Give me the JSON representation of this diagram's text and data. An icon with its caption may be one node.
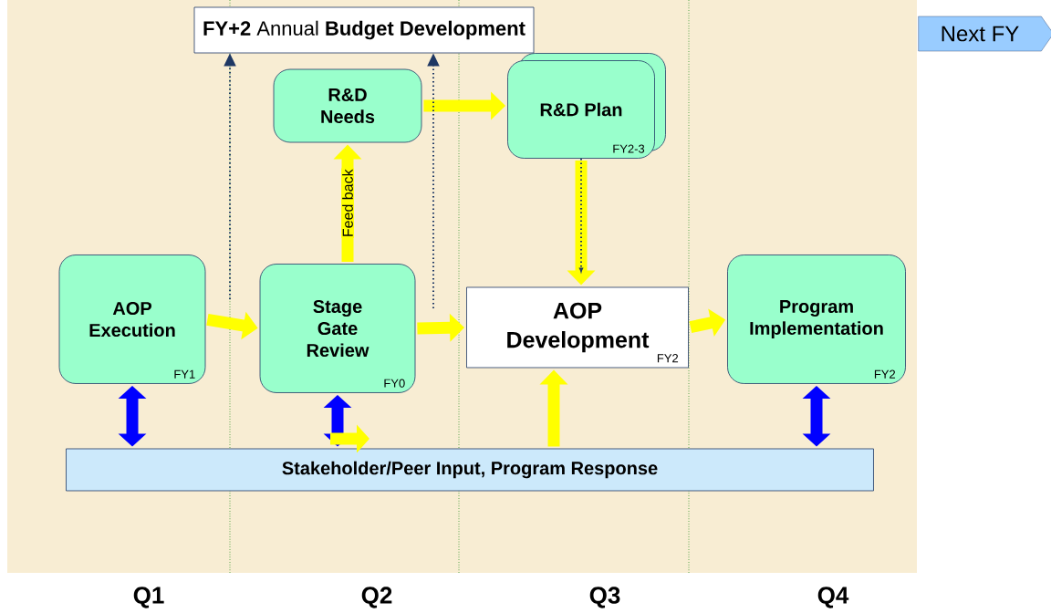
{
  "diagram": {
    "nodes": [
      {
        "text": [
          "**FY+2** Annual **Budget Development**"
        ]
      },
      {
        "text": [
          "Next FY"
        ]
      },
      {
        "text": [
          "R&D Needs"
        ]
      },
      {
        "text": [
          "R&D Plan",
          "FY2-3"
        ]
      },
      {
        "text": [
          "AOP Execution",
          "FY1"
        ]
      },
      {
        "text": [
          "Stage Gate Review",
          "FY0"
        ]
      },
      {
        "text": [
          "AOP Development",
          "FY2"
        ]
      },
      {
        "text": [
          "Program Implementation",
          "FY2"
        ]
      },
      {
        "text": [
          "Stakeholder/Peer Input, Program Response"
        ]
      }
    ],
    "edges": [
      {
        "from": 4,
        "to": 5,
        "arrow": "to"
      },
      {
        "from": 5,
        "to": 6,
        "arrow": "to"
      },
      {
        "from": 6,
        "to": 7,
        "arrow": "to"
      },
      {
        "from": 2,
        "to": 3,
        "arrow": "to"
      },
      {
        "from": 5,
        "to": 2,
        "arrow": "to",
        "label": "Feed back"
      },
      {
        "from": 3,
        "to": 6,
        "arrow": "to"
      },
      {
        "from": 8,
        "to": 6,
        "arrow": "to"
      },
      {
        "from": 4,
        "to": 8,
        "arrow": "both",
        "color": "#0000ff"
      },
      {
        "from": 5,
        "to": 8,
        "arrow": "both",
        "color": "#0000ff"
      },
      {
        "from": 8,
        "to": 7,
        "arrow": "both",
        "color": "#0000ff"
      },
      {
        "from": null,
        "to": 0,
        "arrow": "to",
        "style": "dashed",
        "color": "#1f3864"
      },
      {
        "from": null,
        "to": 0,
        "arrow": "to",
        "style": "dashed",
        "color": "#1f3864"
      }
    ],
    "labels": [
      "Q1",
      "Q2",
      "Q3",
      "Q4"
    ]
  }
}
